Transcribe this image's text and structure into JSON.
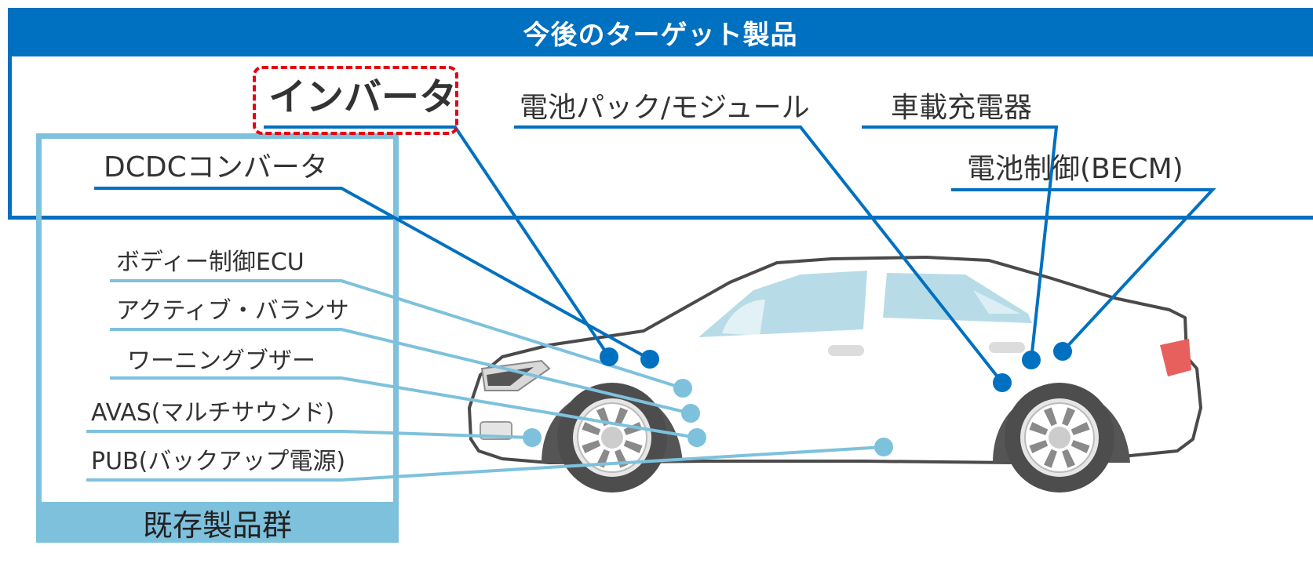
{
  "target_section": {
    "title": "今後のターゲット製品",
    "items": [
      {
        "id": "inverter",
        "label": "インバータ",
        "highlighted": true
      },
      {
        "id": "battery-pack",
        "label": "電池パック/モジュール"
      },
      {
        "id": "charger",
        "label": "車載充電器"
      },
      {
        "id": "dcdc",
        "label": "DCDCコンバータ"
      },
      {
        "id": "becm",
        "label": "電池制御(BECM)"
      }
    ]
  },
  "existing_section": {
    "title": "既存製品群",
    "items": [
      {
        "id": "body-ecu",
        "label": "ボディー制御ECU"
      },
      {
        "id": "active-balancer",
        "label": "アクティブ・バランサ"
      },
      {
        "id": "warning-buzzer",
        "label": "ワーニングブザー"
      },
      {
        "id": "avas",
        "label": "AVAS(マルチサウンド)"
      },
      {
        "id": "pub",
        "label": "PUB(バックアップ電源)"
      }
    ]
  },
  "colors": {
    "target": "#0070c0",
    "existing": "#7dc1dd",
    "highlight": "#e60012"
  },
  "icons": {
    "car": "sedan-car-illustration"
  }
}
